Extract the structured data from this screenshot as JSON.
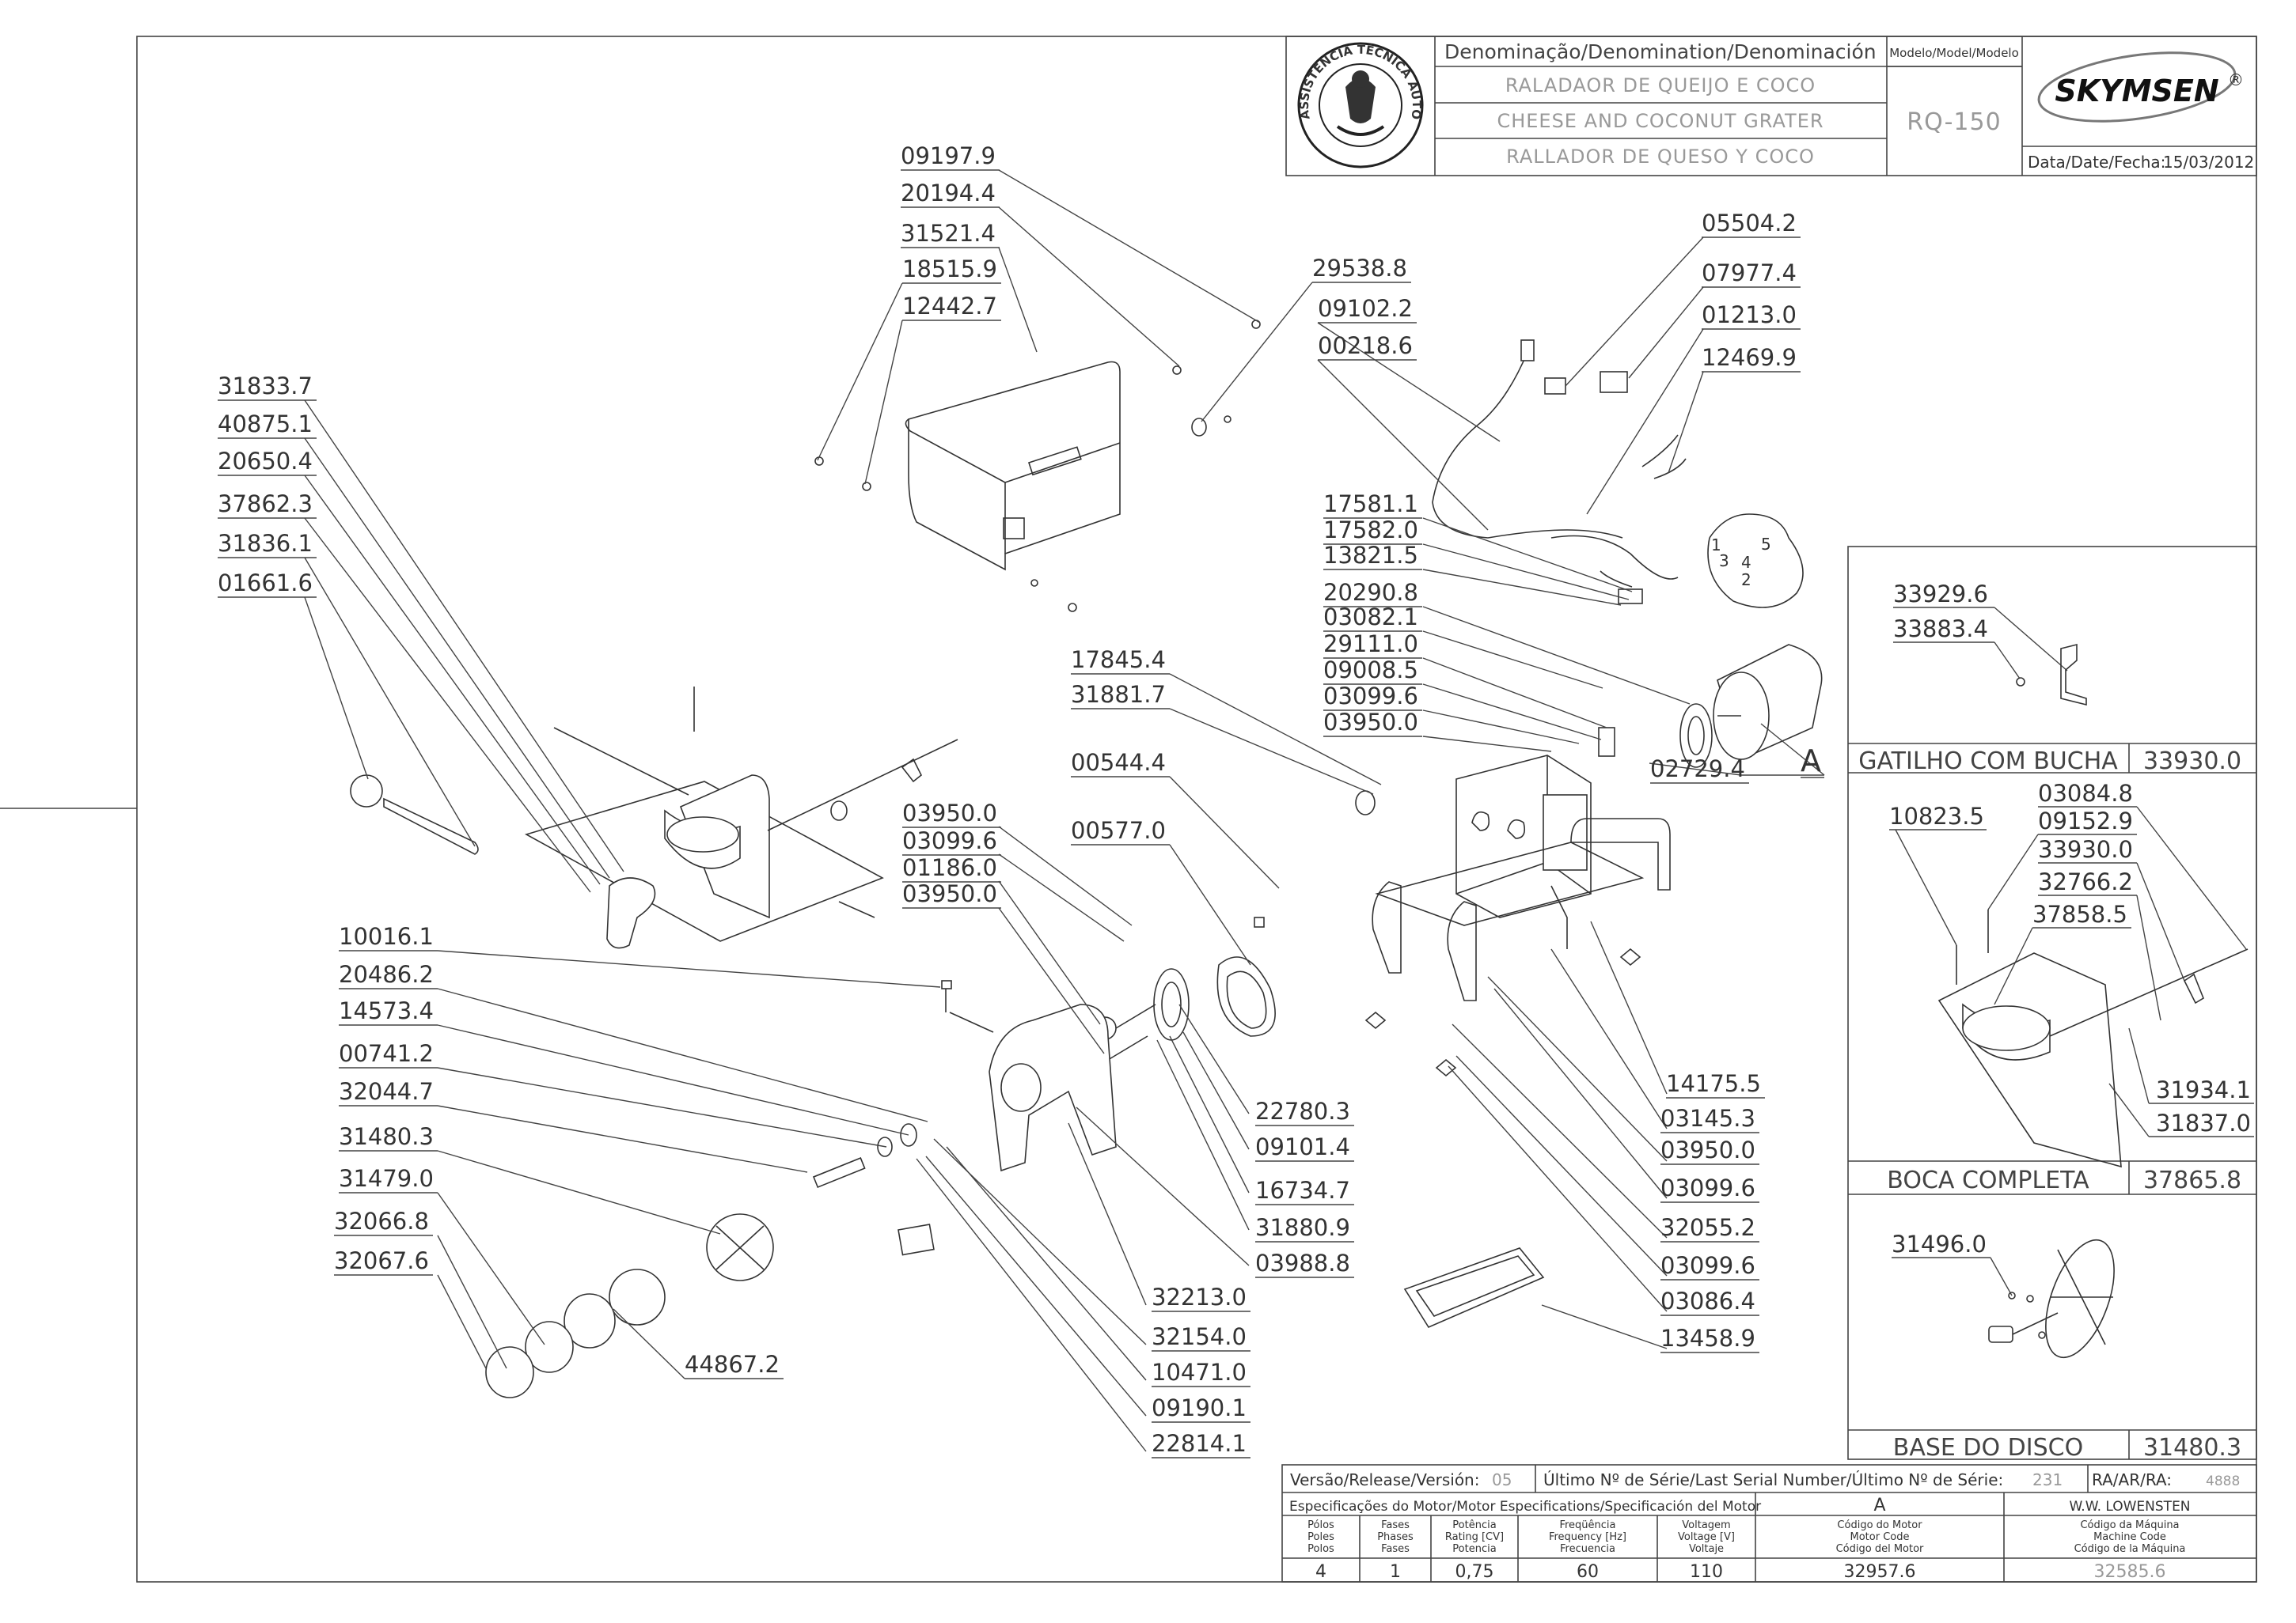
{
  "title_block": {
    "denomination_header": "Denominação/Denomination/Denominación",
    "name_pt": "RALADAOR DE QUEIJO E COCO",
    "name_en": "CHEESE AND COCONUT GRATER",
    "name_es": "RALLADOR DE QUESO Y COCO",
    "model_header": "Modelo/Model/Modelo",
    "model": "RQ-150",
    "brand": "SKYMSEN",
    "brand_mark": "®",
    "date_label": "Data/Date/Fecha:",
    "date": "15/03/2012",
    "seal_text": "ASSISTÊNCIA TÉCNICA AUTORIZADA"
  },
  "part_labels": [
    {
      "text": "09197.9"
    },
    {
      "text": "20194.4"
    },
    {
      "text": "31521.4"
    },
    {
      "text": "18515.9"
    },
    {
      "text": "12442.7"
    },
    {
      "text": "29538.8"
    },
    {
      "text": "09102.2"
    },
    {
      "text": "00218.6"
    },
    {
      "text": "05504.2"
    },
    {
      "text": "07977.4"
    },
    {
      "text": "01213.0"
    },
    {
      "text": "12469.9"
    },
    {
      "text": "31833.7"
    },
    {
      "text": "40875.1"
    },
    {
      "text": "20650.4"
    },
    {
      "text": "37862.3"
    },
    {
      "text": "31836.1"
    },
    {
      "text": "01661.6"
    },
    {
      "text": "17581.1"
    },
    {
      "text": "17582.0"
    },
    {
      "text": "13821.5"
    },
    {
      "text": "20290.8"
    },
    {
      "text": "03082.1"
    },
    {
      "text": "29111.0"
    },
    {
      "text": "09008.5"
    },
    {
      "text": "03099.6"
    },
    {
      "text": "03950.0"
    },
    {
      "text": "17845.4"
    },
    {
      "text": "31881.7"
    },
    {
      "text": "00544.4"
    },
    {
      "text": "00577.0"
    },
    {
      "text": "02729.4"
    },
    {
      "text": "A"
    },
    {
      "text": "03950.0"
    },
    {
      "text": "03099.6"
    },
    {
      "text": "01186.0"
    },
    {
      "text": "03950.0"
    },
    {
      "text": "10016.1"
    },
    {
      "text": "20486.2"
    },
    {
      "text": "14573.4"
    },
    {
      "text": "00741.2"
    },
    {
      "text": "32044.7"
    },
    {
      "text": "31480.3"
    },
    {
      "text": "31479.0"
    },
    {
      "text": "32066.8"
    },
    {
      "text": "32067.6"
    },
    {
      "text": "44867.2"
    },
    {
      "text": "22780.3"
    },
    {
      "text": "09101.4"
    },
    {
      "text": "16734.7"
    },
    {
      "text": "31880.9"
    },
    {
      "text": "03988.8"
    },
    {
      "text": "32213.0"
    },
    {
      "text": "32154.0"
    },
    {
      "text": "10471.0"
    },
    {
      "text": "09190.1"
    },
    {
      "text": "22814.1"
    },
    {
      "text": "14175.5"
    },
    {
      "text": "03145.3"
    },
    {
      "text": "03950.0"
    },
    {
      "text": "03099.6"
    },
    {
      "text": "32055.2"
    },
    {
      "text": "03099.6"
    },
    {
      "text": "03086.4"
    },
    {
      "text": "13458.9"
    }
  ],
  "side_panels": {
    "gatilho": {
      "parts": [
        "33929.6",
        "33883.4"
      ],
      "name": "GATILHO COM BUCHA",
      "code": "33930.0"
    },
    "boca": {
      "parts": [
        "10823.5",
        "03084.8",
        "09152.9",
        "33930.0",
        "32766.2",
        "37858.5",
        "31934.1",
        "31837.0"
      ],
      "name": "BOCA COMPLETA",
      "code": "37865.8"
    },
    "base": {
      "parts": [
        "31496.0"
      ],
      "name": "BASE DO DISCO",
      "code": "31480.3"
    }
  },
  "footer": {
    "version_label": "Versão/Release/Versión:",
    "version": "05",
    "serial_label": "Último Nº de Série/Last Serial Number/Último Nº de Série:",
    "serial": "231",
    "ra_label": "RA/AR/RA:",
    "ra": "4888",
    "motor_spec_label": "Especificações do Motor/Motor Especifications/Specificación del Motor",
    "motor_ref": "A",
    "manufacturer": "W.W. LOWENSTEN",
    "col_poles": [
      "Pólos",
      "Poles",
      "Polos"
    ],
    "col_phases": [
      "Fases",
      "Phases",
      "Fases"
    ],
    "col_power": [
      "Potência",
      "Rating [CV]",
      "Potencia"
    ],
    "col_freq": [
      "Freqüência",
      "Frequency [Hz]",
      "Frecuencia"
    ],
    "col_volt": [
      "Voltagem",
      "Voltage [V]",
      "Voltaje"
    ],
    "col_motor_code": [
      "Código do Motor",
      "Motor Code",
      "Código del Motor"
    ],
    "col_machine_code": [
      "Código da Máquina",
      "Machine Code",
      "Código de la Máquina"
    ],
    "poles": "4",
    "phases": "1",
    "power": "0,75",
    "frequency": "60",
    "voltage": "110",
    "motor_code": "32957.6",
    "machine_code": "32585.6"
  }
}
